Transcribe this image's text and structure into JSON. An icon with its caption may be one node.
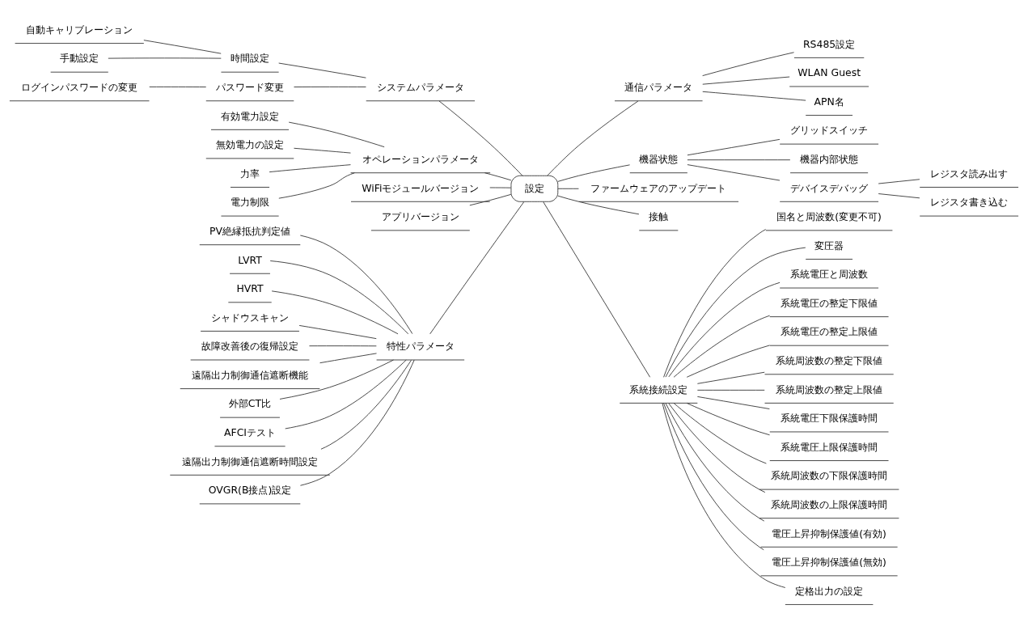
{
  "diagram": {
    "nodes": [
      {
        "text": [
          "設定"
        ]
      },
      {
        "text": [
          "システムパラメータ"
        ]
      },
      {
        "text": [
          "時間設定"
        ]
      },
      {
        "text": [
          "自動キャリブレーション"
        ]
      },
      {
        "text": [
          "手動設定"
        ]
      },
      {
        "text": [
          "パスワード変更"
        ]
      },
      {
        "text": [
          "ログインパスワードの変更"
        ]
      },
      {
        "text": [
          "オペレーションパラメータ"
        ]
      },
      {
        "text": [
          "有効電力設定"
        ]
      },
      {
        "text": [
          "無効電力の設定"
        ]
      },
      {
        "text": [
          "力率"
        ]
      },
      {
        "text": [
          "電力制限"
        ]
      },
      {
        "text": [
          "WiFiモジュールバージョン"
        ]
      },
      {
        "text": [
          "アプリバージョン"
        ]
      },
      {
        "text": [
          "特性パラメータ"
        ]
      },
      {
        "text": [
          "PV絶縁抵抗判定値"
        ]
      },
      {
        "text": [
          "LVRT"
        ]
      },
      {
        "text": [
          "HVRT"
        ]
      },
      {
        "text": [
          "シャドウスキャン"
        ]
      },
      {
        "text": [
          "故障改善後の復帰設定"
        ]
      },
      {
        "text": [
          "遠隔出力制御通信遮断機能"
        ]
      },
      {
        "text": [
          "外部CT比"
        ]
      },
      {
        "text": [
          "AFCIテスト"
        ]
      },
      {
        "text": [
          "遠隔出力制御通信遮断時間設定"
        ]
      },
      {
        "text": [
          "OVGR(B接点)設定"
        ]
      },
      {
        "text": [
          "通信パラメータ"
        ]
      },
      {
        "text": [
          "RS485設定"
        ]
      },
      {
        "text": [
          "WLAN Guest"
        ]
      },
      {
        "text": [
          "APN名"
        ]
      },
      {
        "text": [
          "機器状態"
        ]
      },
      {
        "text": [
          "グリッドスイッチ"
        ]
      },
      {
        "text": [
          "機器内部状態"
        ]
      },
      {
        "text": [
          "デバイスデバッグ"
        ]
      },
      {
        "text": [
          "レジスタ読み出す"
        ]
      },
      {
        "text": [
          "レジスタ書き込む"
        ]
      },
      {
        "text": [
          "ファームウェアのアップデート"
        ]
      },
      {
        "text": [
          "接触"
        ]
      },
      {
        "text": [
          "系統接続設定"
        ]
      },
      {
        "text": [
          "国名と周波数(変更不可)"
        ]
      },
      {
        "text": [
          "変圧器"
        ]
      },
      {
        "text": [
          "系統電圧と周波数"
        ]
      },
      {
        "text": [
          "系統電圧の整定下限値"
        ]
      },
      {
        "text": [
          "系統電圧の整定上限値"
        ]
      },
      {
        "text": [
          "系統周波数の整定下限値"
        ]
      },
      {
        "text": [
          "系統周波数の整定上限値"
        ]
      },
      {
        "text": [
          "系統電圧下限保護時間"
        ]
      },
      {
        "text": [
          "系統電圧上限保護時間"
        ]
      },
      {
        "text": [
          "系統周波数の下限保護時間"
        ]
      },
      {
        "text": [
          "系統周波数の上限保護時間"
        ]
      },
      {
        "text": [
          "電圧上昇抑制保護値(有効)"
        ]
      },
      {
        "text": [
          "電圧上昇抑制保護値(無効)"
        ]
      },
      {
        "text": [
          "定格出力の設定"
        ]
      }
    ],
    "edges": [
      {
        "from": 0,
        "to": 1,
        "arrow": "none"
      },
      {
        "from": 1,
        "to": 2,
        "arrow": "none"
      },
      {
        "from": 2,
        "to": 3,
        "arrow": "none"
      },
      {
        "from": 2,
        "to": 4,
        "arrow": "none"
      },
      {
        "from": 1,
        "to": 5,
        "arrow": "none"
      },
      {
        "from": 5,
        "to": 6,
        "arrow": "none"
      },
      {
        "from": 0,
        "to": 7,
        "arrow": "none"
      },
      {
        "from": 7,
        "to": 8,
        "arrow": "none"
      },
      {
        "from": 7,
        "to": 9,
        "arrow": "none"
      },
      {
        "from": 7,
        "to": 10,
        "arrow": "none"
      },
      {
        "from": 7,
        "to": 11,
        "arrow": "none"
      },
      {
        "from": 0,
        "to": 12,
        "arrow": "none"
      },
      {
        "from": 0,
        "to": 13,
        "arrow": "none"
      },
      {
        "from": 0,
        "to": 14,
        "arrow": "none"
      },
      {
        "from": 14,
        "to": 15,
        "arrow": "none"
      },
      {
        "from": 14,
        "to": 16,
        "arrow": "none"
      },
      {
        "from": 14,
        "to": 17,
        "arrow": "none"
      },
      {
        "from": 14,
        "to": 18,
        "arrow": "none"
      },
      {
        "from": 14,
        "to": 19,
        "arrow": "none"
      },
      {
        "from": 14,
        "to": 20,
        "arrow": "none"
      },
      {
        "from": 14,
        "to": 21,
        "arrow": "none"
      },
      {
        "from": 14,
        "to": 22,
        "arrow": "none"
      },
      {
        "from": 14,
        "to": 23,
        "arrow": "none"
      },
      {
        "from": 14,
        "to": 24,
        "arrow": "none"
      },
      {
        "from": 0,
        "to": 25,
        "arrow": "none"
      },
      {
        "from": 25,
        "to": 26,
        "arrow": "none"
      },
      {
        "from": 25,
        "to": 27,
        "arrow": "none"
      },
      {
        "from": 25,
        "to": 28,
        "arrow": "none"
      },
      {
        "from": 0,
        "to": 29,
        "arrow": "none"
      },
      {
        "from": 29,
        "to": 30,
        "arrow": "none"
      },
      {
        "from": 29,
        "to": 31,
        "arrow": "none"
      },
      {
        "from": 29,
        "to": 32,
        "arrow": "none"
      },
      {
        "from": 32,
        "to": 33,
        "arrow": "none"
      },
      {
        "from": 32,
        "to": 34,
        "arrow": "none"
      },
      {
        "from": 0,
        "to": 35,
        "arrow": "none"
      },
      {
        "from": 0,
        "to": 36,
        "arrow": "none"
      },
      {
        "from": 0,
        "to": 37,
        "arrow": "none"
      },
      {
        "from": 37,
        "to": 38,
        "arrow": "none"
      },
      {
        "from": 37,
        "to": 39,
        "arrow": "none"
      },
      {
        "from": 37,
        "to": 40,
        "arrow": "none"
      },
      {
        "from": 37,
        "to": 41,
        "arrow": "none"
      },
      {
        "from": 37,
        "to": 42,
        "arrow": "none"
      },
      {
        "from": 37,
        "to": 43,
        "arrow": "none"
      },
      {
        "from": 37,
        "to": 44,
        "arrow": "none"
      },
      {
        "from": 37,
        "to": 45,
        "arrow": "none"
      },
      {
        "from": 37,
        "to": 46,
        "arrow": "none"
      },
      {
        "from": 37,
        "to": 47,
        "arrow": "none"
      },
      {
        "from": 37,
        "to": 48,
        "arrow": "none"
      },
      {
        "from": 37,
        "to": 49,
        "arrow": "none"
      },
      {
        "from": 37,
        "to": 50,
        "arrow": "none"
      },
      {
        "from": 37,
        "to": 51,
        "arrow": "none"
      }
    ]
  }
}
